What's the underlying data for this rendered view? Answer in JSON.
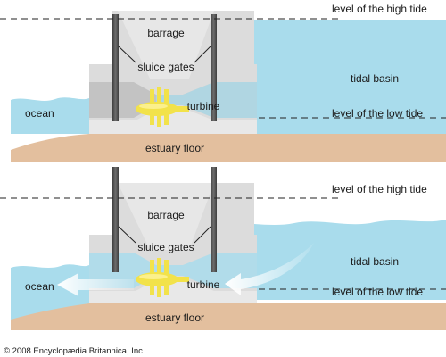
{
  "labels": {
    "barrage": "barrage",
    "sluice_gates": "sluice gates",
    "turbine": "turbine",
    "tidal_basin": "tidal basin",
    "ocean": "ocean",
    "estuary_floor": "estuary floor",
    "high_tide": "level of the high tide",
    "low_tide": "level of the low tide"
  },
  "credit": "© 2008 Encyclopædia Britannica, Inc.",
  "colors": {
    "water": "#a9dcec",
    "water_light": "#cdeaf4",
    "floor": "#e3bf9e",
    "concrete": "#dcdcdc",
    "concrete_dark": "#c3c3c3",
    "gate": "#5b5b5b",
    "turbine": "#f2e24a"
  }
}
